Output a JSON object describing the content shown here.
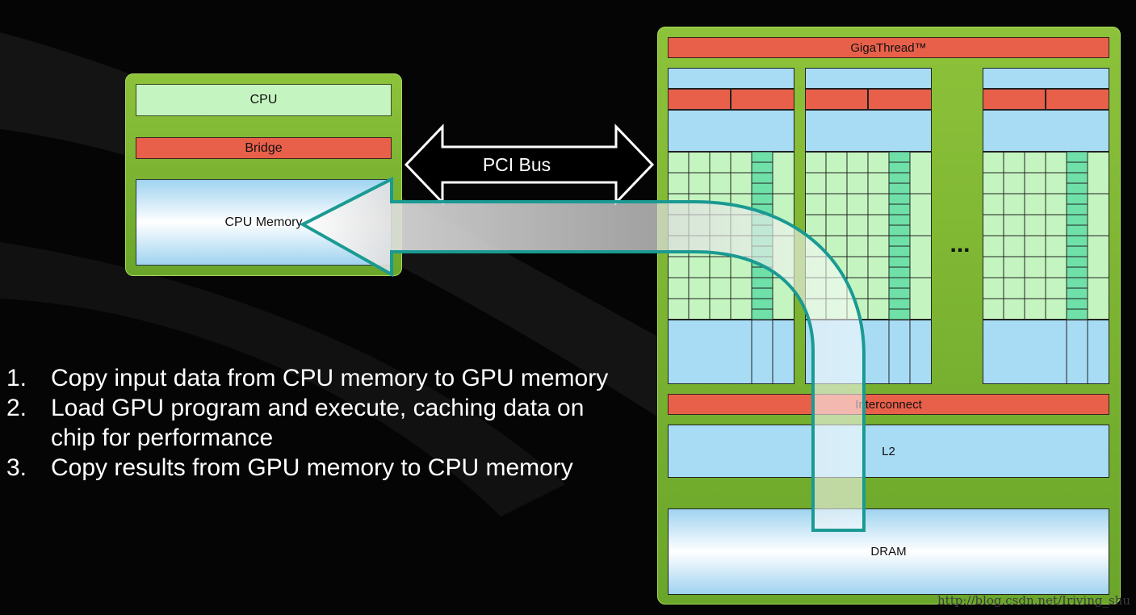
{
  "cpu": {
    "cpu_label": "CPU",
    "bridge_label": "Bridge",
    "memory_label": "CPU Memory"
  },
  "bus": {
    "label": "PCI Bus"
  },
  "gpu": {
    "gigathread_label": "GigaThread™",
    "interconnect_label": "Interconnect",
    "l2_label": "L2",
    "dram_label": "DRAM",
    "ellipsis": "..."
  },
  "steps": [
    {
      "number": "1.",
      "text": "Copy input data from CPU memory to GPU memory"
    },
    {
      "number": "2.",
      "text": "Load GPU program and execute, caching data on chip for performance"
    },
    {
      "number": "3.",
      "text": "Copy results from GPU memory to CPU memory"
    }
  ],
  "watermark": "http://blog.csdn.net/Iriving_shu",
  "colors": {
    "background": "#050505",
    "board_green": "#7ab433",
    "cpu_green": "#c4f5c0",
    "red_bar": "#e8604a",
    "blue_block": "#a8dcf5",
    "flow_arrow_outline": "#1a9a92"
  }
}
